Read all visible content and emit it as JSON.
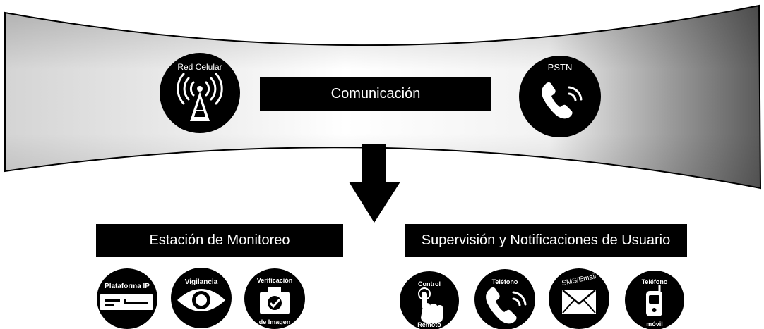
{
  "top": {
    "title": "Comunicación",
    "left_channel": {
      "label": "Red Celular",
      "icon": "cell-tower-icon"
    },
    "right_channel": {
      "label": "PSTN",
      "icon": "phone-handset-icon"
    }
  },
  "flow_icon": "down-arrow-icon",
  "monitoring": {
    "title": "Estación de Monitoreo",
    "items": [
      {
        "label": "Plataforma IP",
        "icon": "ip-platform-device-icon"
      },
      {
        "label": "Vigilancia",
        "icon": "eye-icon"
      },
      {
        "label_top": "Verificación",
        "label_bottom": "de Imagen",
        "icon": "camera-check-icon"
      }
    ]
  },
  "user": {
    "title": "Supervisión y Notificaciones de Usuario",
    "items": [
      {
        "label_top": "Control",
        "label_bottom": "Remoto",
        "icon": "touch-hand-icon"
      },
      {
        "label": "Teléfono",
        "icon": "phone-handset-icon"
      },
      {
        "label": "SMS/Email",
        "icon": "envelope-icon"
      },
      {
        "label_top": "Teléfono",
        "label_bottom": "móvil",
        "icon": "mobile-phone-icon"
      }
    ]
  }
}
